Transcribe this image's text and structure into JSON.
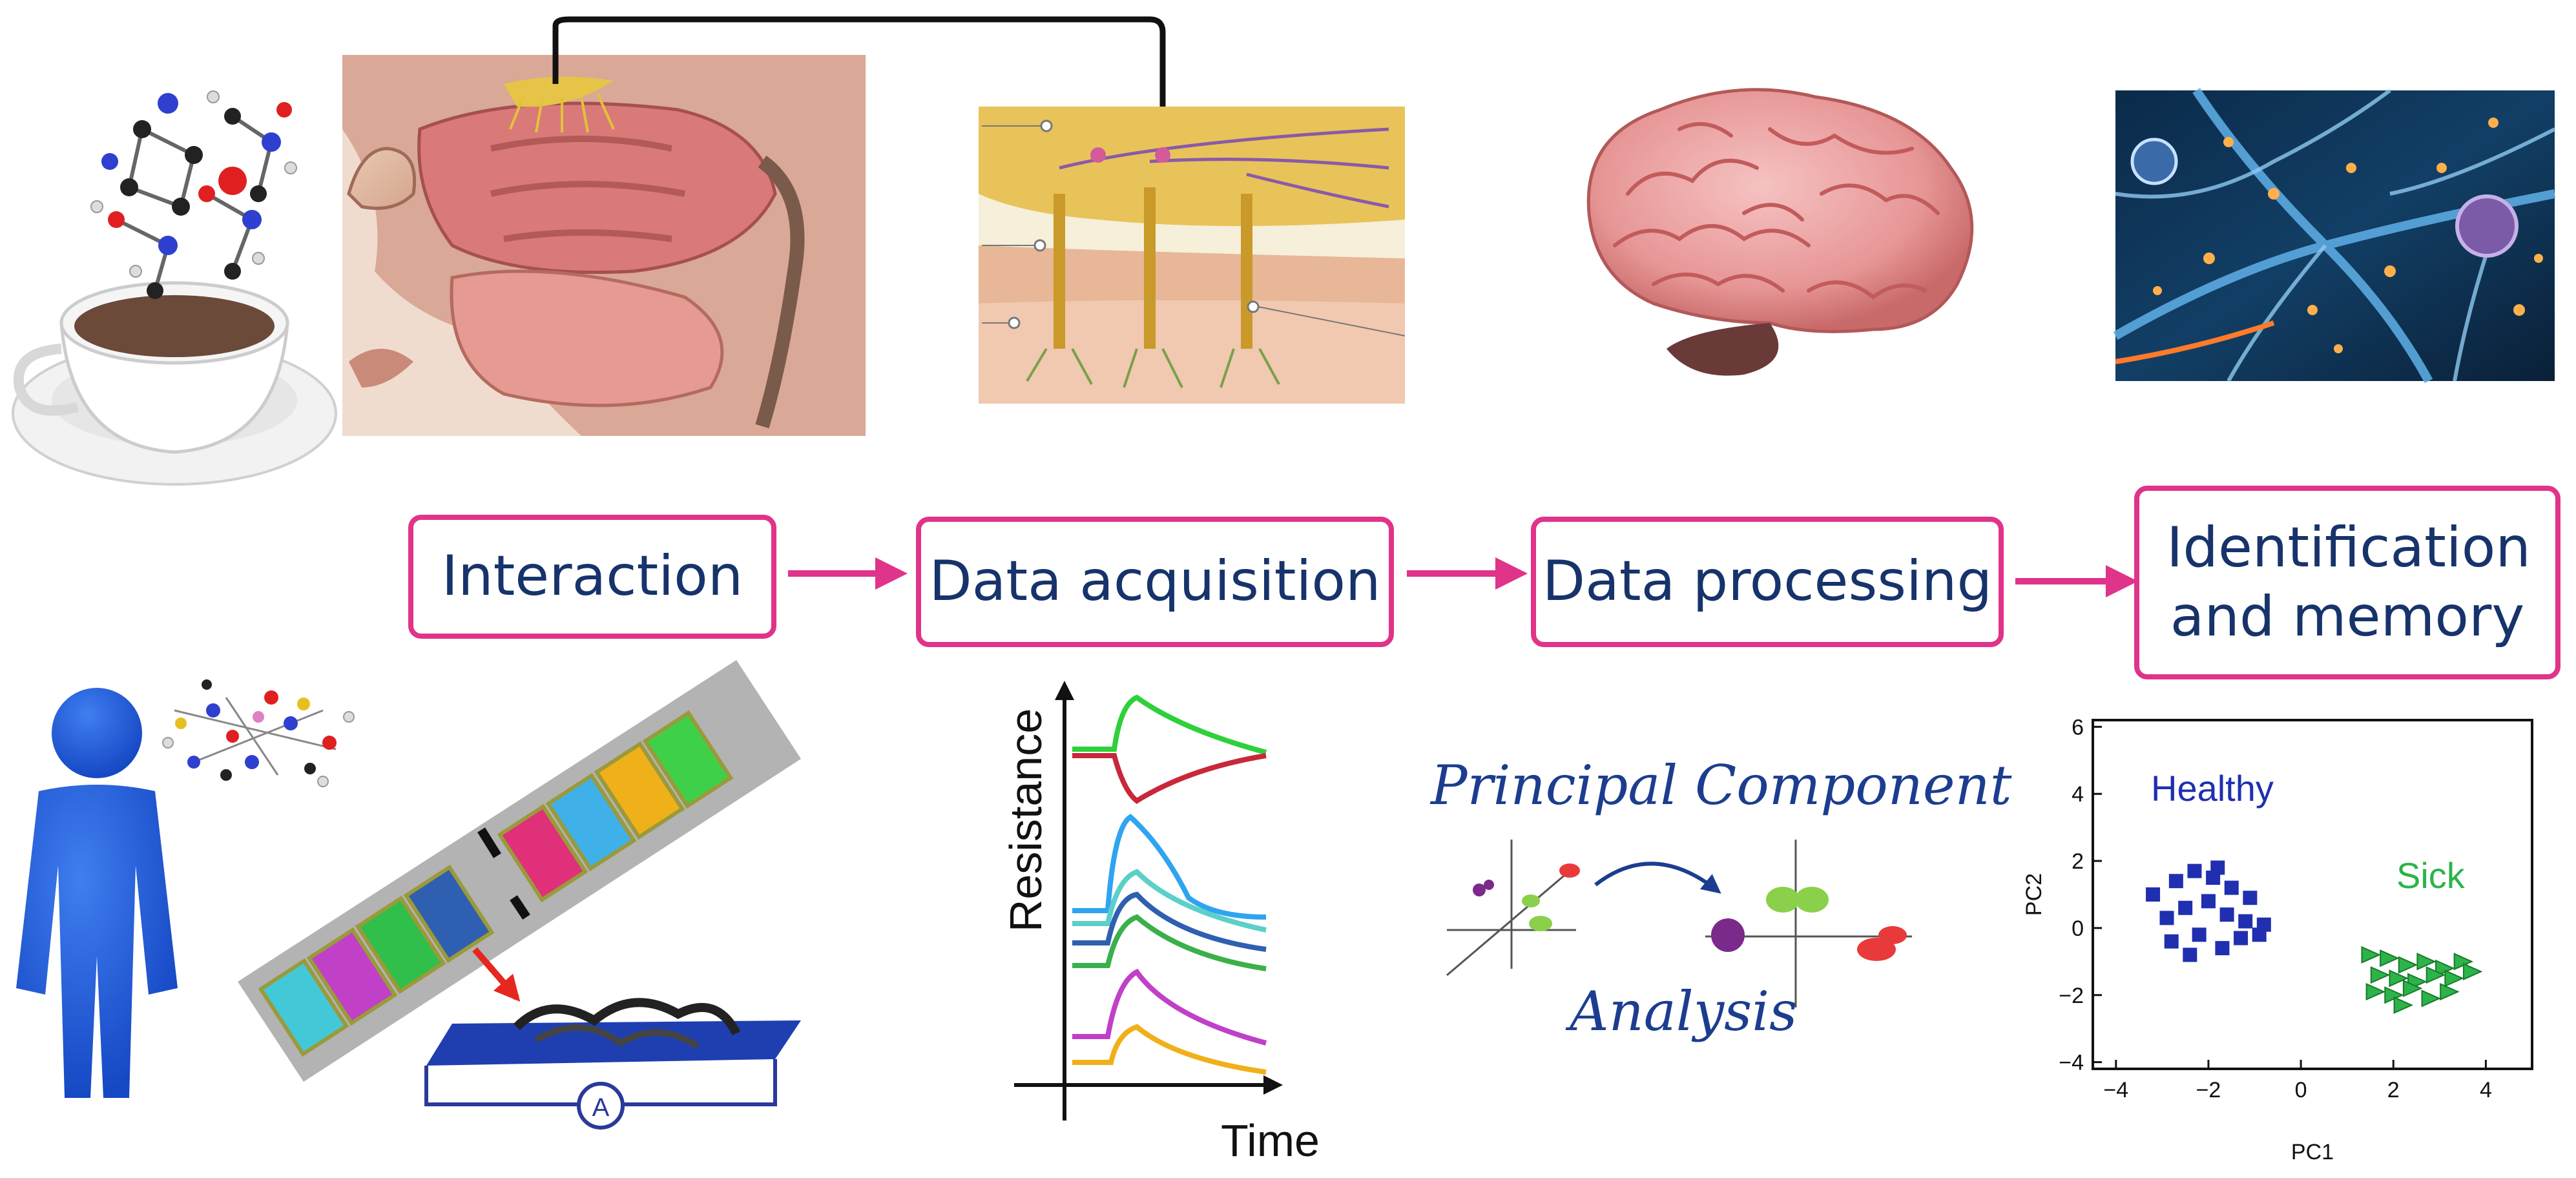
{
  "stages": [
    {
      "id": "interaction",
      "label": "Interaction"
    },
    {
      "id": "data-acquisition",
      "label": "Data acquisition"
    },
    {
      "id": "data-processing",
      "label": "Data processing"
    },
    {
      "id": "identification",
      "label": "Identification and memory"
    }
  ],
  "resistance_plot": {
    "ylabel": "Resistance",
    "xlabel": "Time"
  },
  "pca": {
    "title_line1": "Principal Component",
    "title_line2": "Analysis"
  },
  "chart_data": {
    "type": "scatter",
    "xlabel": "PC1",
    "ylabel": "PC2",
    "xlim": [
      -4.5,
      5
    ],
    "ylim": [
      -4.2,
      6.2
    ],
    "xticks": [
      -4,
      -2,
      0,
      2,
      4
    ],
    "yticks": [
      -4,
      -2,
      0,
      2,
      4,
      6
    ],
    "series": [
      {
        "name": "Healthy",
        "marker": "square",
        "color": "#1f2fb0",
        "x": [
          -3.2,
          -2.7,
          -2.3,
          -1.9,
          -1.5,
          -1.1,
          -2.9,
          -2.5,
          -2.0,
          -1.6,
          -1.2,
          -0.8,
          -2.8,
          -2.2,
          -1.7,
          -1.3,
          -0.9,
          -2.4,
          -1.8
        ],
        "y": [
          1.0,
          1.4,
          1.7,
          1.5,
          1.2,
          0.9,
          0.3,
          0.6,
          0.8,
          0.4,
          0.2,
          0.1,
          -0.4,
          -0.2,
          -0.6,
          -0.3,
          -0.2,
          -0.8,
          1.8
        ]
      },
      {
        "name": "Sick",
        "marker": "triangle",
        "color": "#2cb34a",
        "x": [
          1.5,
          1.9,
          2.3,
          2.7,
          3.1,
          3.5,
          1.7,
          2.1,
          2.5,
          2.9,
          3.3,
          1.6,
          2.0,
          2.4,
          2.8,
          3.2,
          2.2,
          3.7
        ],
        "y": [
          -0.8,
          -0.9,
          -1.1,
          -1.0,
          -1.2,
          -1.0,
          -1.4,
          -1.5,
          -1.6,
          -1.4,
          -1.5,
          -1.9,
          -2.0,
          -1.8,
          -2.1,
          -1.9,
          -2.3,
          -1.3
        ]
      }
    ]
  },
  "colors": {
    "accent": "#e0338a",
    "label_text": "#17336b",
    "pca_text": "#1c3d8f"
  }
}
